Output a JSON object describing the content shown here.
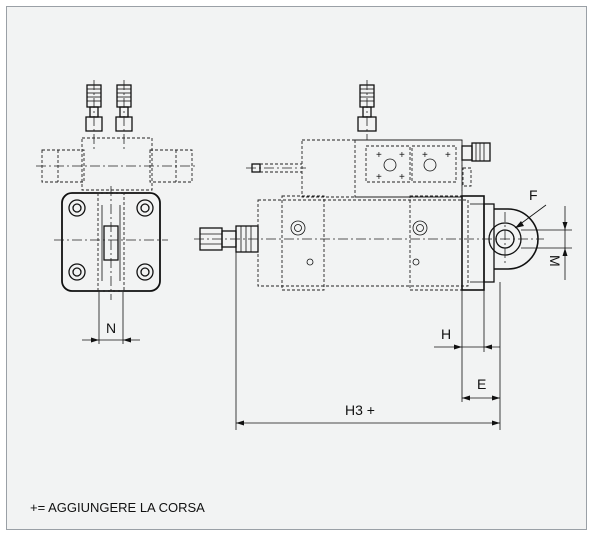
{
  "drawing": {
    "dimension_labels": {
      "N": "N",
      "F": "F",
      "M": "M",
      "H": "H",
      "E": "E",
      "H3": "H3 +"
    },
    "footnote": "+= AGGIUNGERE LA CORSA"
  }
}
